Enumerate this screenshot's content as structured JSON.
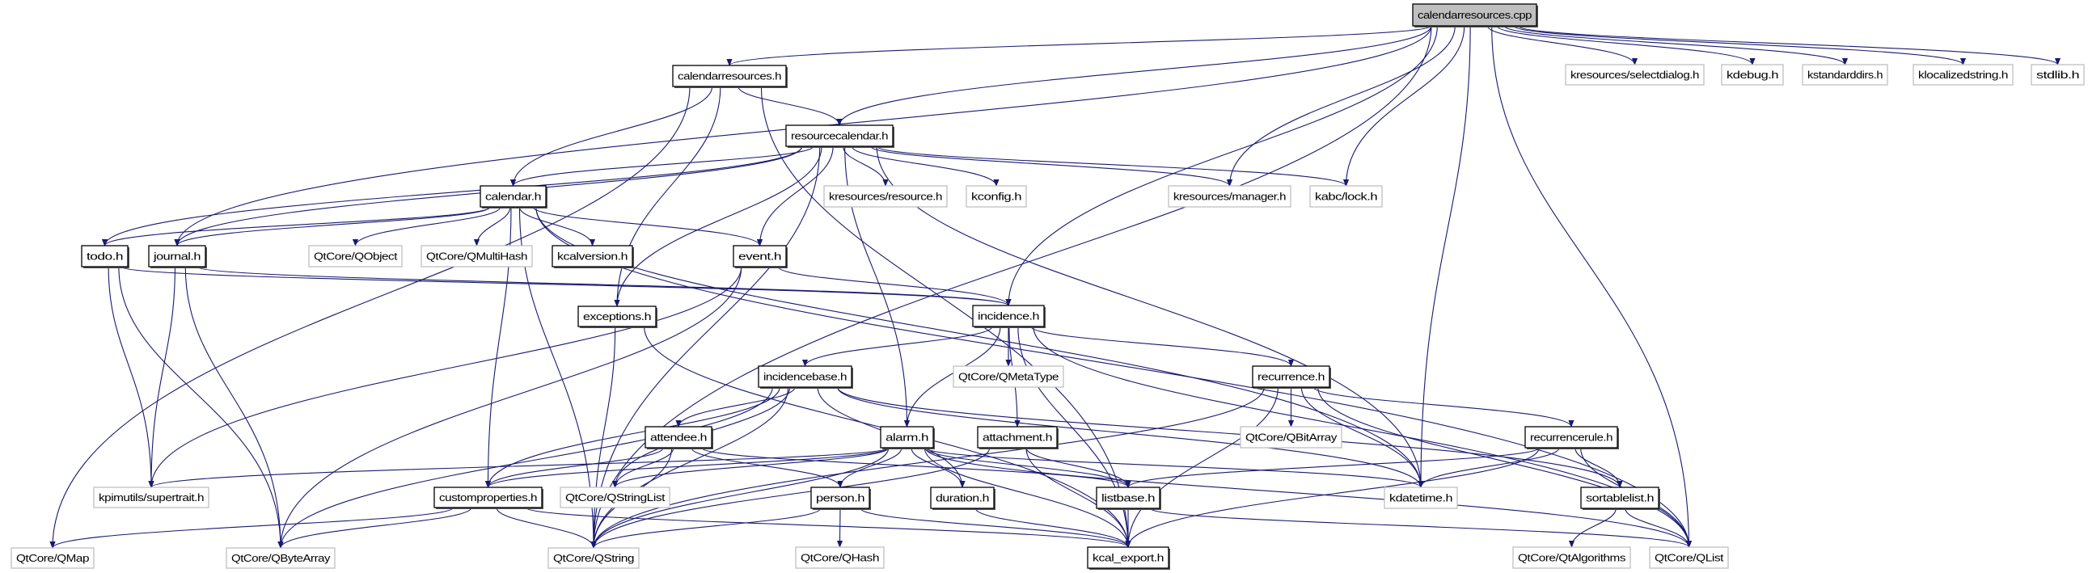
{
  "graph": {
    "root": "calendarresources.cpp",
    "edge_color": "#191970",
    "nodes": [
      {
        "id": "cpp",
        "label": "calendarresources.cpp",
        "kind": "root"
      },
      {
        "id": "selectdialog",
        "label": "kresources/selectdialog.h",
        "kind": "external"
      },
      {
        "id": "kdebug",
        "label": "kdebug.h",
        "kind": "external"
      },
      {
        "id": "kstandarddirs",
        "label": "kstandarddirs.h",
        "kind": "external"
      },
      {
        "id": "klocalizedstring",
        "label": "klocalizedstring.h",
        "kind": "external"
      },
      {
        "id": "stdlib",
        "label": "stdlib.h",
        "kind": "external"
      },
      {
        "id": "calendarresources_h",
        "label": "calendarresources.h",
        "kind": "documented"
      },
      {
        "id": "resourcecalendar",
        "label": "resourcecalendar.h",
        "kind": "documented"
      },
      {
        "id": "calendar",
        "label": "calendar.h",
        "kind": "documented"
      },
      {
        "id": "resource",
        "label": "kresources/resource.h",
        "kind": "external"
      },
      {
        "id": "kconfig",
        "label": "kconfig.h",
        "kind": "external"
      },
      {
        "id": "manager",
        "label": "kresources/manager.h",
        "kind": "external"
      },
      {
        "id": "lock",
        "label": "kabc/lock.h",
        "kind": "external"
      },
      {
        "id": "todo",
        "label": "todo.h",
        "kind": "documented"
      },
      {
        "id": "journal",
        "label": "journal.h",
        "kind": "documented"
      },
      {
        "id": "qobject",
        "label": "QtCore/QObject",
        "kind": "external"
      },
      {
        "id": "qmultihash",
        "label": "QtCore/QMultiHash",
        "kind": "external"
      },
      {
        "id": "kcalversion",
        "label": "kcalversion.h",
        "kind": "documented"
      },
      {
        "id": "event",
        "label": "event.h",
        "kind": "documented"
      },
      {
        "id": "exceptions",
        "label": "exceptions.h",
        "kind": "documented"
      },
      {
        "id": "incidence",
        "label": "incidence.h",
        "kind": "documented"
      },
      {
        "id": "incidencebase",
        "label": "incidencebase.h",
        "kind": "documented"
      },
      {
        "id": "qmetatype",
        "label": "QtCore/QMetaType",
        "kind": "external"
      },
      {
        "id": "recurrence",
        "label": "recurrence.h",
        "kind": "documented"
      },
      {
        "id": "attendee",
        "label": "attendee.h",
        "kind": "documented"
      },
      {
        "id": "alarm",
        "label": "alarm.h",
        "kind": "documented"
      },
      {
        "id": "attachment",
        "label": "attachment.h",
        "kind": "documented"
      },
      {
        "id": "qbitarray",
        "label": "QtCore/QBitArray",
        "kind": "external"
      },
      {
        "id": "recurrencerule",
        "label": "recurrencerule.h",
        "kind": "documented"
      },
      {
        "id": "supertrait",
        "label": "kpimutils/supertrait.h",
        "kind": "external"
      },
      {
        "id": "customproperties",
        "label": "customproperties.h",
        "kind": "documented"
      },
      {
        "id": "qstringlist",
        "label": "QtCore/QStringList",
        "kind": "external"
      },
      {
        "id": "person",
        "label": "person.h",
        "kind": "documented"
      },
      {
        "id": "duration",
        "label": "duration.h",
        "kind": "documented"
      },
      {
        "id": "listbase",
        "label": "listbase.h",
        "kind": "documented"
      },
      {
        "id": "kdatetime",
        "label": "kdatetime.h",
        "kind": "external"
      },
      {
        "id": "sortablelist",
        "label": "sortablelist.h",
        "kind": "documented"
      },
      {
        "id": "qmap",
        "label": "QtCore/QMap",
        "kind": "external"
      },
      {
        "id": "qbytearray",
        "label": "QtCore/QByteArray",
        "kind": "external"
      },
      {
        "id": "qstring",
        "label": "QtCore/QString",
        "kind": "external"
      },
      {
        "id": "qhash",
        "label": "QtCore/QHash",
        "kind": "external"
      },
      {
        "id": "kcal_export",
        "label": "kcal_export.h",
        "kind": "documented"
      },
      {
        "id": "qtalgorithms",
        "label": "QtCore/QtAlgorithms",
        "kind": "external"
      },
      {
        "id": "qlist",
        "label": "QtCore/QList",
        "kind": "external"
      }
    ],
    "edges": [
      [
        "cpp",
        "calendarresources_h"
      ],
      [
        "cpp",
        "resourcecalendar"
      ],
      [
        "cpp",
        "journal"
      ],
      [
        "cpp",
        "incidence"
      ],
      [
        "cpp",
        "manager"
      ],
      [
        "cpp",
        "lock"
      ],
      [
        "cpp",
        "kdatetime"
      ],
      [
        "cpp",
        "qlist"
      ],
      [
        "cpp",
        "selectdialog"
      ],
      [
        "cpp",
        "kdebug"
      ],
      [
        "cpp",
        "kstandarddirs"
      ],
      [
        "cpp",
        "klocalizedstring"
      ],
      [
        "cpp",
        "stdlib"
      ],
      [
        "cpp",
        "qstring"
      ],
      [
        "calendarresources_h",
        "resourcecalendar"
      ],
      [
        "calendarresources_h",
        "calendar"
      ],
      [
        "calendarresources_h",
        "exceptions"
      ],
      [
        "calendarresources_h",
        "kcal_export"
      ],
      [
        "calendarresources_h",
        "qmap"
      ],
      [
        "resourcecalendar",
        "calendar"
      ],
      [
        "resourcecalendar",
        "todo"
      ],
      [
        "resourcecalendar",
        "journal"
      ],
      [
        "resourcecalendar",
        "resource"
      ],
      [
        "resourcecalendar",
        "kconfig"
      ],
      [
        "resourcecalendar",
        "manager"
      ],
      [
        "resourcecalendar",
        "lock"
      ],
      [
        "resourcecalendar",
        "event"
      ],
      [
        "resourcecalendar",
        "exceptions"
      ],
      [
        "resourcecalendar",
        "alarm"
      ],
      [
        "resourcecalendar",
        "kdatetime"
      ],
      [
        "resourcecalendar",
        "qstring"
      ],
      [
        "calendar",
        "todo"
      ],
      [
        "calendar",
        "journal"
      ],
      [
        "calendar",
        "qobject"
      ],
      [
        "calendar",
        "qmultihash"
      ],
      [
        "calendar",
        "kcalversion"
      ],
      [
        "calendar",
        "event"
      ],
      [
        "calendar",
        "customproperties"
      ],
      [
        "calendar",
        "qstring"
      ],
      [
        "calendar",
        "kdatetime"
      ],
      [
        "calendar",
        "qlist"
      ],
      [
        "todo",
        "incidence"
      ],
      [
        "todo",
        "supertrait"
      ],
      [
        "todo",
        "qbytearray"
      ],
      [
        "journal",
        "incidence"
      ],
      [
        "journal",
        "supertrait"
      ],
      [
        "journal",
        "qbytearray"
      ],
      [
        "event",
        "incidence"
      ],
      [
        "event",
        "supertrait"
      ],
      [
        "event",
        "qbytearray"
      ],
      [
        "exceptions",
        "qstring"
      ],
      [
        "exceptions",
        "kcal_export"
      ],
      [
        "incidence",
        "incidencebase"
      ],
      [
        "incidence",
        "qmetatype"
      ],
      [
        "incidence",
        "recurrence"
      ],
      [
        "incidence",
        "alarm"
      ],
      [
        "incidence",
        "attachment"
      ],
      [
        "incidence",
        "kcal_export"
      ],
      [
        "incidence",
        "qlist"
      ],
      [
        "incidencebase",
        "attendee"
      ],
      [
        "incidencebase",
        "customproperties"
      ],
      [
        "incidencebase",
        "qstringlist"
      ],
      [
        "incidencebase",
        "duration"
      ],
      [
        "incidencebase",
        "kdatetime"
      ],
      [
        "incidencebase",
        "sortablelist"
      ],
      [
        "incidencebase",
        "qstring"
      ],
      [
        "incidencebase",
        "qbytearray"
      ],
      [
        "attendee",
        "customproperties"
      ],
      [
        "attendee",
        "qstringlist"
      ],
      [
        "attendee",
        "person"
      ],
      [
        "attendee",
        "listbase"
      ],
      [
        "attendee",
        "qstring"
      ],
      [
        "alarm",
        "customproperties"
      ],
      [
        "alarm",
        "qstringlist"
      ],
      [
        "alarm",
        "supertrait"
      ],
      [
        "alarm",
        "person"
      ],
      [
        "alarm",
        "duration"
      ],
      [
        "alarm",
        "listbase"
      ],
      [
        "alarm",
        "kdatetime"
      ],
      [
        "alarm",
        "kcal_export"
      ],
      [
        "alarm",
        "qstring"
      ],
      [
        "alarm",
        "qlist"
      ],
      [
        "attachment",
        "listbase"
      ],
      [
        "attachment",
        "kcal_export"
      ],
      [
        "attachment",
        "qstring"
      ],
      [
        "recurrence",
        "qbitarray"
      ],
      [
        "recurrence",
        "kdatetime"
      ],
      [
        "recurrence",
        "recurrencerule"
      ],
      [
        "recurrence",
        "qlist"
      ],
      [
        "recurrence",
        "qstring"
      ],
      [
        "recurrence",
        "kcal_export"
      ],
      [
        "recurrencerule",
        "listbase"
      ],
      [
        "recurrencerule",
        "kdatetime"
      ],
      [
        "recurrencerule",
        "sortablelist"
      ],
      [
        "recurrencerule",
        "qlist"
      ],
      [
        "recurrencerule",
        "kcal_export"
      ],
      [
        "customproperties",
        "qmap"
      ],
      [
        "customproperties",
        "qbytearray"
      ],
      [
        "customproperties",
        "qstring"
      ],
      [
        "customproperties",
        "kcal_export"
      ],
      [
        "person",
        "qhash"
      ],
      [
        "person",
        "qstring"
      ],
      [
        "person",
        "kcal_export"
      ],
      [
        "duration",
        "kcal_export"
      ],
      [
        "listbase",
        "kcal_export"
      ],
      [
        "listbase",
        "qlist"
      ],
      [
        "sortablelist",
        "qtalgorithms"
      ],
      [
        "sortablelist",
        "qlist"
      ]
    ]
  }
}
